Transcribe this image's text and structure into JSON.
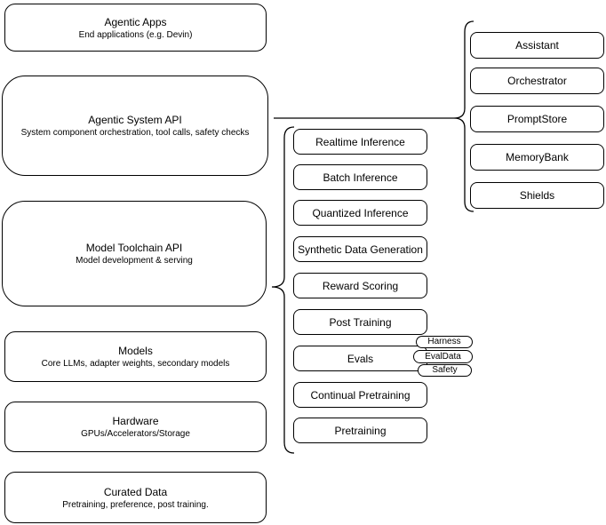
{
  "diagram": {
    "left_stack": [
      {
        "title": "Agentic Apps",
        "subtitle": "End applications (e.g. Devin)"
      },
      {
        "title": "Agentic System API",
        "subtitle": "System component orchestration, tool calls, safety checks"
      },
      {
        "title": "Model Toolchain API",
        "subtitle": "Model development & serving"
      },
      {
        "title": "Models",
        "subtitle": "Core LLMs, adapter weights, secondary models"
      },
      {
        "title": "Hardware",
        "subtitle": "GPUs/Accelerators/Storage"
      },
      {
        "title": "Curated Data",
        "subtitle": "Pretraining, preference, post training."
      }
    ],
    "toolchain_components": [
      "Realtime Inference",
      "Batch Inference",
      "Quantized Inference",
      "Synthetic Data Generation",
      "Reward Scoring",
      "Post Training",
      "Evals",
      "Continual Pretraining",
      "Pretraining"
    ],
    "evals_tags": [
      "Harness",
      "EvalData",
      "Safety"
    ],
    "system_components": [
      "Assistant",
      "Orchestrator",
      "PromptStore",
      "MemoryBank",
      "Shields"
    ],
    "colors": {
      "stroke": "#000000",
      "node_fill": "#ffffff",
      "background": "#ffffff"
    }
  }
}
